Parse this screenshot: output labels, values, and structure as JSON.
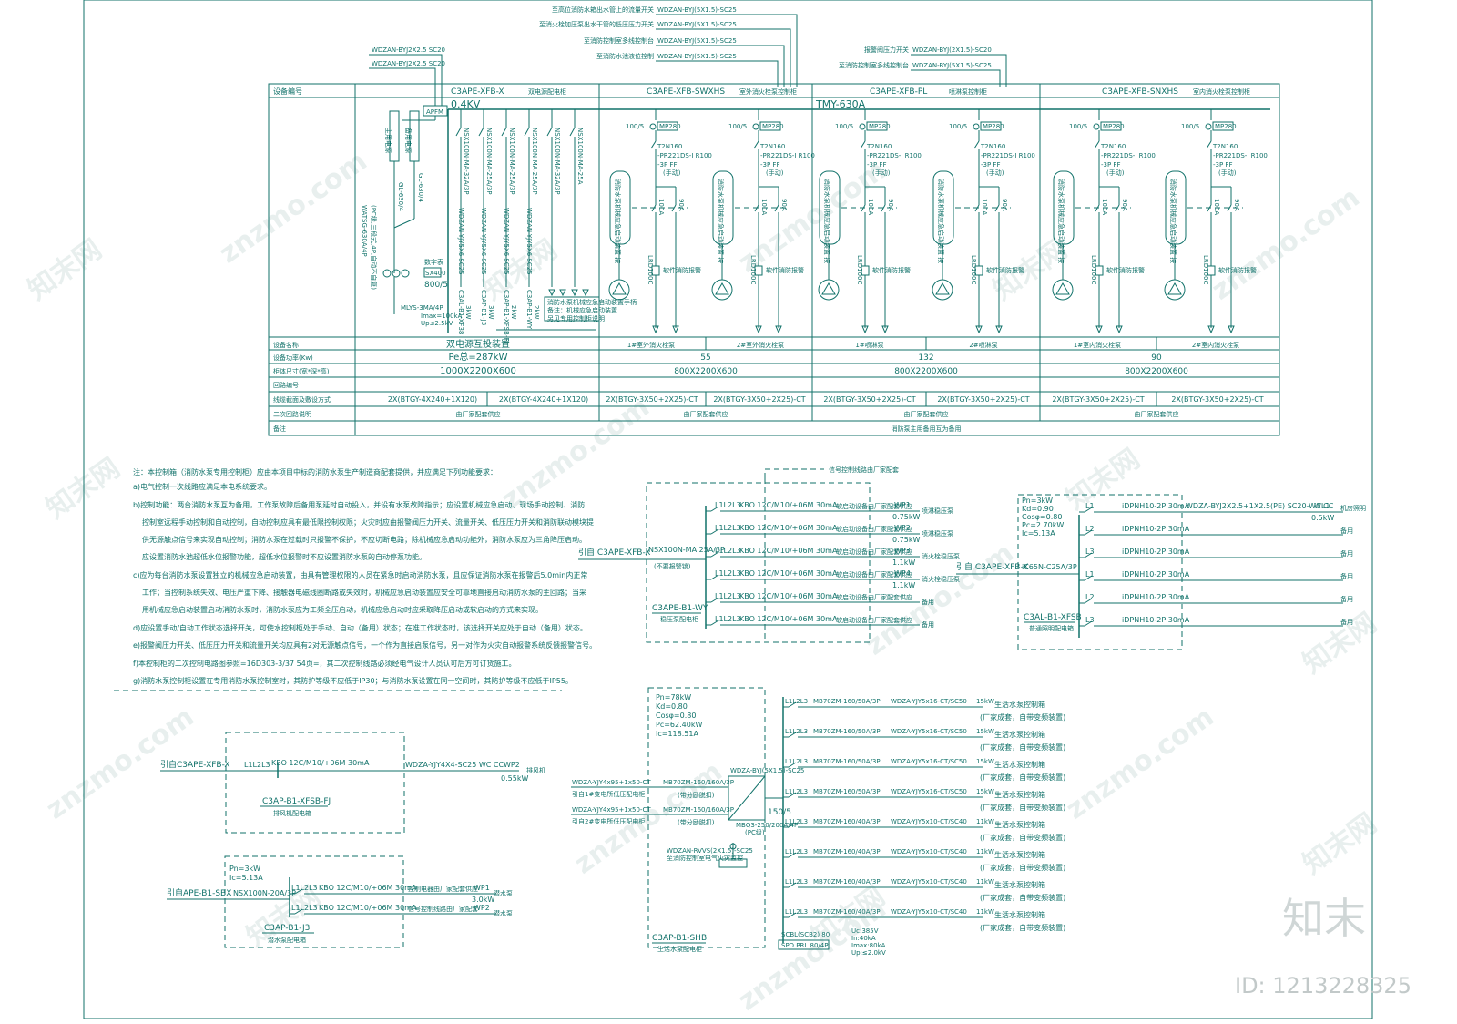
{
  "top_feeds": [
    {
      "label": "至高位消防水箱出水管上的流量开关",
      "cable": "WDZAN-BYJ(5X1.5)-SC25"
    },
    {
      "label": "至消火栓加压泵出水干管的低压压力开关",
      "cable": "WDZAN-BYJ(5X1.5)-SC25"
    },
    {
      "label": "至消防控制室多线控制台",
      "cable": "WDZAN-BYJ(5X1.5)-SC25"
    },
    {
      "label": "至消防水池液位控制",
      "cable": "WDZAN-BYJ(5X1.5)-SC25"
    }
  ],
  "left_feeds": [
    "WDZAN-BYJ2X2.5 SC20",
    "WDZAN-BYJ2X2.5 SC20"
  ],
  "right_feeds": [
    {
      "label": "报警阀压力开关",
      "cable": "WDZAN-BYJ(2X1.5)-SC20"
    },
    {
      "label": "至消防控制室多线控制台",
      "cable": "WDZAN-BYJ(5X1.5)-SC25"
    }
  ],
  "table": {
    "header_label": "设备编号",
    "cabinets": [
      {
        "code": "C3APE-XFB-X",
        "desc": "双电源配电柜"
      },
      {
        "code": "C3APE-XFB-SWXHS",
        "desc": "室外消火栓泵控制柜"
      },
      {
        "code": "C3APE-XFB-PL",
        "desc": "喷淋泵控制柜"
      },
      {
        "code": "C3APE-XFB-SNXHS",
        "desc": "室内消火栓泵控制柜"
      }
    ],
    "bus_label": "0.4KV",
    "bus2_label": "TMY-630A",
    "row_labels": [
      "设备名称",
      "设备功率(Kw)",
      "柜体尺寸(宽*深*高)",
      "回路编号",
      "线缆截面及敷设方式",
      "二次回路说明",
      "备注"
    ],
    "names": [
      "双电源互投装置",
      "1#室外消火栓泵",
      "2#室外消火栓泵",
      "1#喷淋泵",
      "2#喷淋泵",
      "1#室内消火栓泵",
      "2#室内消火栓泵"
    ],
    "powers": [
      "Pe总=287kW",
      "55",
      "132",
      "90"
    ],
    "sizes": [
      "1000X2200X600",
      "800X2200X600",
      "800X2200X600",
      "800X2200X600"
    ],
    "cables": [
      "2X(BTGY-4X240+1X120)",
      "2X(BTGY-4X240+1X120)",
      "2X(BTGY-3X50+2X25)-CT",
      "2X(BTGY-3X50+2X25)-CT",
      "2X(BTGY-3X50+2X25)-CT",
      "2X(BTGY-3X50+2X25)-CT",
      "2X(BTGY-3X50+2X25)-CT",
      "2X(BTGY-3X50+2X25)-CT"
    ],
    "secondary": [
      "由厂家配套供应",
      "由厂家配套供应",
      "由厂家配套供应",
      "由厂家配套供应"
    ],
    "remark": "消防泵主用备用互为备用"
  },
  "x_panel": {
    "apfm": "APFM",
    "ct": "800/5",
    "meter": "数字表",
    "meter_box": "SX400",
    "main_switch": "WATSG-630A/4P",
    "main_note": "(PC级,三段式,4P,自动不自复)",
    "gl": [
      "GL-630/4",
      "GL-630/4"
    ],
    "src": [
      "主用电源",
      "备用电源"
    ],
    "spd": "MLYS-3MA/4P",
    "spd_params": [
      "Imax=100kA",
      "Up≤2.5kV"
    ],
    "breakers": [
      "NSX100N-MA-32A/3P",
      "NSX100N-MA-25A/3P",
      "NSX100N-MA-25A/3P",
      "NSX100N-MA-25A/3P",
      "NSX100N-MA-32A/3P",
      "NSX100N-MA-25A"
    ],
    "cables": [
      "WDZAN-YJY5X6 SC25",
      "WDZAN-YJY5X6 SC25",
      "WDZAN-YJY5X6 SC25",
      "WDZAN-YJY5X6 SC25"
    ],
    "loads": [
      "C3AL-B1-XF38",
      "C3AP-B1-J3",
      "C3AP-B1-XFSB-FJ",
      "C3AP-B1-WY"
    ],
    "load_kw": [
      "3kW",
      "3kW",
      "2kW",
      "2kW"
    ],
    "note_lines": [
      "消防水泵机械应急启动装置手柄",
      "备注：机械应急启动装置",
      "另见专用控制柜说明"
    ]
  },
  "pump_col": {
    "ct": "100/5",
    "mp": "MP280",
    "breaker": "T2N160",
    "prot": "-PR221DS-I R100",
    "poles": "-3P FF",
    "mode": "(手动)",
    "starter": "LRD100C",
    "alarm": "软件消防报警",
    "ka": [
      "100A",
      "90A"
    ],
    "box_text": "消防水泵机械应急启动装置 按压式起动按钮 配应急启动专用钥匙 保证消防水泵在控制柜内"
  },
  "notes": {
    "title": "注：本控制箱（消防水泵专用控制柜）应由本项目中标的消防水泵生产制造商配套提供，并应满足下列功能要求：",
    "items": [
      "a)电气控制一次线路应满足本电系统要求。",
      "b)控制功能：两台消防水泵互为备用，工作泵故障后备用泵延时自动投入，并设有水泵故障指示；应设置机械应急启动、现场手动控制、消防",
      "控制室远程手动控制和自动控制，自动控制应具有最低限控制权限；火灾时应由报警阀压力开关、流量开关、低压压力开关和消防联动模块提",
      "供无源触点信号来实现自动控制；消防水泵在过载时只报警不保护，不应切断电路；除机械应急启动功能外，消防水泵应为三角降压启动。",
      "应设置消防水池超低水位报警功能，超低水位报警时不应设置消防水泵的自动停泵功能。",
      "c)应为每台消防水泵设置独立的机械应急启动装置，由具有管理权限的人员在紧急时启动消防水泵，且应保证消防水泵在报警后5.0min内正常",
      "工作；当控制系统失效、电压严重下降、接触器电磁线圈断路或失效时，机械应急启动装置应安全可靠地直接启动消防水泵的主回路；当采",
      "用机械应急启动装置启动消防水泵时，消防水泵应为工频全压启动，机械应急启动时应采取降压启动或软启动的方式来实现。",
      "d)应设置手动/自动工作状态选择开关，可使水控制柜处于手动、自动（备用）状态；在准工作状态时，该选择开关应处于自动（备用）状态。",
      "e)报警阀压力开关、低压压力开关和流量开关均应具有2对无源触点信号，一个作为直接启泵信号，另一对作为火灾自动报警系统反馈报警信号。",
      "f)本控制柜的二次控制电路图参照=16D303-3/37 54页=，其二次控制线路必须经电气设计人员认可后方可订货施工。",
      "g)消防水泵控制柜设置在专用消防水泵控制室时，其防护等级不应低于IP30；与消防水泵设置在同一空间时，其防护等级不应低于IP55。"
    ]
  },
  "wy": {
    "signal_top": "信号控制线路由厂家配套",
    "feeder": "引自 C3APE-XFB-X",
    "main": "NSX100N-MA 25A/3P",
    "main_note": "(不要报警锁)",
    "panel": "C3APE-B1-WY",
    "panel_desc": "稳压泵配电柜",
    "rows": [
      {
        "phase": "L1L2L3",
        "brk": "KBO 12C/M10/+06M 30mA",
        "note": "软启动设备由厂家配套供应",
        "id": "WP1",
        "kw": "0.75kW",
        "load": "喷淋稳压泵"
      },
      {
        "phase": "L1L2L3",
        "brk": "KBO 12C/M10/+06M 30mA",
        "note": "软启动设备由厂家配套供应",
        "id": "WP2",
        "kw": "0.75kW",
        "load": "喷淋稳压泵"
      },
      {
        "phase": "L1L2L3",
        "brk": "KBO 12C/M10/+06M 30mA",
        "note": "软启动设备由厂家配套供应",
        "id": "WP3",
        "kw": "1.1kW",
        "load": "消火栓稳压泵"
      },
      {
        "phase": "L1L2L3",
        "brk": "KBO 12C/M10/+06M 30mA",
        "note": "软启动设备由厂家配套供应",
        "id": "WP4",
        "kw": "1.1kW",
        "load": "消火栓稳压泵"
      },
      {
        "phase": "L1L2L3",
        "brk": "KBO 12C/M10/+06M 30mA",
        "note": "软启动设备由厂家配套供应",
        "id": "",
        "kw": "",
        "load": "备用"
      },
      {
        "phase": "L1L2L3",
        "brk": "KBO 12C/M10/+06M 30mA",
        "note": "软启动设备由厂家配套供应",
        "id": "",
        "kw": "",
        "load": "备用"
      }
    ]
  },
  "al": {
    "params": [
      "Pn=3kW",
      "Kd=0.90",
      "Cosφ=0.80",
      "Pc=2.70kW",
      "Ic=5.13A"
    ],
    "feeder": "引自 C3APE-XFB-X",
    "main": "iC65N-C25A/3P",
    "panel": "C3AL-B1-XFSB",
    "panel_desc": "普通照明配电箱",
    "rows": [
      {
        "ph": "L1",
        "brk": "iDPNH10-2P 30mA",
        "cable": "WDZA-BYJ2X2.5+1X2.5(PE) SC20-WC CC",
        "id": "WL1",
        "kw": "0.5kW",
        "load": "机房照明"
      },
      {
        "ph": "L2",
        "brk": "iDPNH10-2P 30mA",
        "cable": "",
        "id": "",
        "kw": "",
        "load": "备用"
      },
      {
        "ph": "L3",
        "brk": "iDPNH10-2P 30mA",
        "cable": "",
        "id": "",
        "kw": "",
        "load": "备用"
      },
      {
        "ph": "L1",
        "brk": "iDPNH10-2P 30mA",
        "cable": "",
        "id": "",
        "kw": "",
        "load": "备用"
      },
      {
        "ph": "L2",
        "brk": "iDPNH10-2P 30mA",
        "cable": "",
        "id": "",
        "kw": "",
        "load": "备用"
      },
      {
        "ph": "L3",
        "brk": "iDPNH10-2P 30mA",
        "cable": "",
        "id": "",
        "kw": "",
        "load": "备用"
      }
    ]
  },
  "fj": {
    "feeder": "引自C3APE-XFB-X",
    "phase": "L1L2L3",
    "brk": "KBO 12C/M10/+06M 30mA",
    "cable": "WDZA-YJY4X4-SC25 WC CC",
    "id": "WP2",
    "kw": "0.55kW",
    "load": "排风机",
    "panel": "C3AP-B1-XFSB-FJ",
    "panel_desc": "排风机配电箱"
  },
  "sbx": {
    "params": [
      "Pn=3kW",
      "Ic=5.13A"
    ],
    "feeder": "引自APE-B1-SBX",
    "main": "NSX100N-20A/3P",
    "panel": "C3AP-B1-J3",
    "panel_desc": "潜水泵配电箱",
    "rows": [
      {
        "phase": "L1L2L3",
        "brk": "KBO 12C/M10/+06M 30mA",
        "note": "控制电器由厂家配套供应",
        "id": "WP1",
        "kw": "3.0kW",
        "load": "潜水泵"
      },
      {
        "phase": "L1L2L3",
        "brk": "KBO 12C/M10/+06M 30mA",
        "note": "信号控制线路由厂家配套",
        "id": "WP2",
        "kw": "",
        "load": "潜水泵"
      }
    ]
  },
  "shb": {
    "params": [
      "Pn=78kW",
      "Kd=0.80",
      "Cosφ=0.80",
      "Pc=62.40kW",
      "Ic=118.51A"
    ],
    "inputs": [
      {
        "cable": "WDZA-YJY4x95+1x50-CT",
        "src": "引自1#变电所低压配电柜",
        "brk": "MB70ZM-160/160A/3P",
        "note": "(带分励脱扣)"
      },
      {
        "cable": "WDZA-YJY4x95+1x50-CT",
        "src": "引自2#变电所低压配电柜",
        "brk": "MB70ZM-160/160A/3P",
        "note": "(带分励脱扣)"
      }
    ],
    "ats": "MBQ3-250/200A/4P",
    "ats_note": "(PC级)",
    "ct": "150/5",
    "ctrl": "WDZA-BYJ(5X1.5)-SC25",
    "ctrl2": "WDZAN-RVVS(2X1.5)-SC25",
    "fire_note": "至消防控制室电气火灾监控",
    "panel": "C3AP-B1-SHB",
    "panel_desc": "生活水泵配电柜",
    "spd": "SCBL(SCB2) 80",
    "spd_box": "SPD PRL 80/4P",
    "spd_params": [
      "Uc:385V",
      "In:40kA",
      "Imax:80kA",
      "Up:≤2.0kV"
    ],
    "rows": [
      {
        "phase": "L1L2L3",
        "brk": "MB70ZM-160/50A/3P",
        "cable": "WDZA-YJY5x16-CT/SC50",
        "kw": "15kW",
        "load": "生活水泵控制箱",
        "note": "(厂家成套，自带变频装置)"
      },
      {
        "phase": "L1L2L3",
        "brk": "MB70ZM-160/50A/3P",
        "cable": "WDZA-YJY5x16-CT/SC50",
        "kw": "15kW",
        "load": "生活水泵控制箱",
        "note": "(厂家成套，自带变频装置)"
      },
      {
        "phase": "L1L2L3",
        "brk": "MB70ZM-160/50A/3P",
        "cable": "WDZA-YJY5x16-CT/SC50",
        "kw": "15kW",
        "load": "生活水泵控制箱",
        "note": "(厂家成套，自带变频装置)"
      },
      {
        "phase": "L1L2L3",
        "brk": "MB70ZM-160/50A/3P",
        "cable": "WDZA-YJY5x16-CT/SC50",
        "kw": "15kW",
        "load": "生活水泵控制箱",
        "note": "(厂家成套，自带变频装置)"
      },
      {
        "phase": "L1L2L3",
        "brk": "MB70ZM-160/40A/3P",
        "cable": "WDZA-YJY5x10-CT/SC40",
        "kw": "11kW",
        "load": "生活水泵控制箱",
        "note": "(厂家成套，自带变频装置)"
      },
      {
        "phase": "L1L2L3",
        "brk": "MB70ZM-160/40A/3P",
        "cable": "WDZA-YJY5x10-CT/SC40",
        "kw": "11kW",
        "load": "生活水泵控制箱",
        "note": "(厂家成套，自带变频装置)"
      },
      {
        "phase": "L1L2L3",
        "brk": "MB70ZM-160/40A/3P",
        "cable": "WDZA-YJY5x10-CT/SC40",
        "kw": "11kW",
        "load": "生活水泵控制箱",
        "note": "(厂家成套，自带变频装置)"
      },
      {
        "phase": "L1L2L3",
        "brk": "MB70ZM-160/40A/3P",
        "cable": "WDZA-YJY5x10-CT/SC40",
        "kw": "11kW",
        "load": "生活水泵控制箱",
        "note": "(厂家成套，自带变频装置)"
      }
    ]
  },
  "watermark": "znzmo.com",
  "watermark_cn": "知末网",
  "brand": "知末",
  "id_label": "ID: 1213228325",
  "colors": {
    "line": "#11726a",
    "paper": "#ffffff",
    "brand": "#cfd6d6"
  }
}
